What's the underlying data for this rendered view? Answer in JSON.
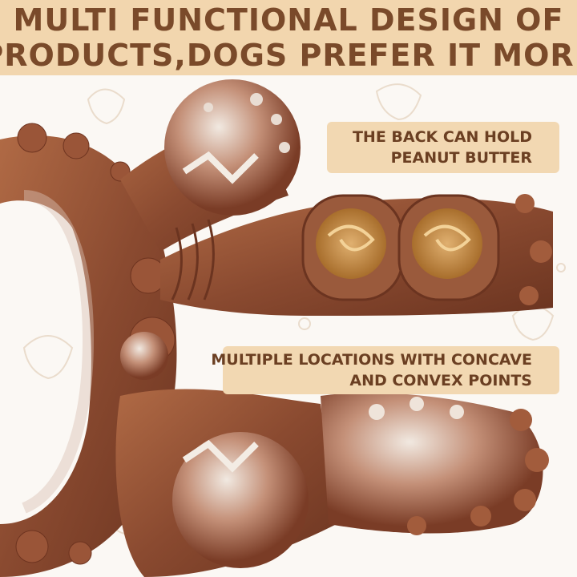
{
  "header": {
    "line1": "MULTI FUNCTIONAL DESIGN OF",
    "line2": "PRODUCTS,DOGS PREFER IT MORE"
  },
  "callouts": {
    "peanut": {
      "line1": "THE BACK CAN HOLD",
      "line2": "PEANUT BUTTER"
    },
    "concave": {
      "line1": "MULTIPLE LOCATIONS WITH CONCAVE",
      "line2": "AND CONVEX POINTS"
    }
  },
  "colors": {
    "header_bg": "#f2d6ae",
    "header_text": "#7a4a2a",
    "callout_bg": "#f2d8b2",
    "toy_brown": "#8a4a30",
    "toy_cream": "#ece2d8",
    "peanut_butter": "#c08a3e"
  }
}
